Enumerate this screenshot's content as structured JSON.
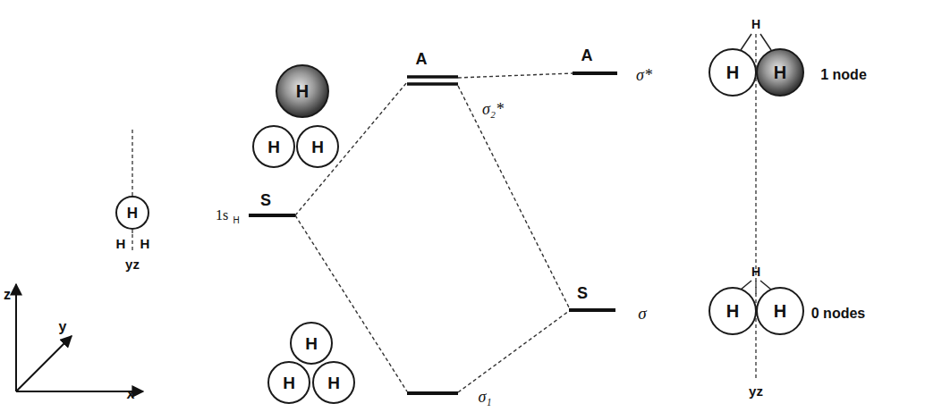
{
  "diagram": {
    "nodes": [
      {
        "text": [
          "H"
        ]
      },
      {
        "text": [
          "H"
        ]
      },
      {
        "text": [
          "H"
        ]
      },
      {
        "text": [
          "H"
        ]
      },
      {
        "text": [
          "H"
        ]
      },
      {
        "text": [
          "H"
        ]
      },
      {
        "text": [
          "H"
        ]
      },
      {
        "text": [
          "H"
        ]
      },
      {
        "text": [
          "H"
        ]
      },
      {
        "text": [
          "H"
        ]
      },
      {
        "text": [
          "H"
        ]
      }
    ],
    "labels": [
      "z",
      "y",
      "x",
      "H",
      "H",
      "yz",
      "1s",
      "H",
      "S",
      "A",
      "σ₂*",
      "σ₁",
      "A",
      "σ*",
      "S",
      "σ",
      "H",
      "1 node",
      "H",
      "0 nodes",
      "yz"
    ]
  }
}
